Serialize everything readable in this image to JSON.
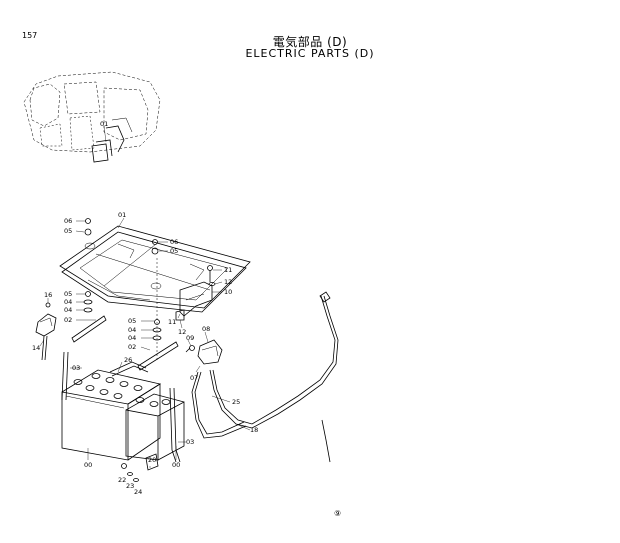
{
  "page_number": "157",
  "title_jp": "電気部品 (D)",
  "title_en": "ELECTRIC PARTS (D)",
  "callouts": {
    "c01_top": "01",
    "c06_a": "06",
    "c05_a": "05",
    "c06_b": "06",
    "c05_b": "05",
    "c16": "16",
    "c05_c": "05",
    "c04_a": "04",
    "c04_b": "04",
    "c02_a": "02",
    "c14": "14",
    "c05_d": "05",
    "c04_c": "04",
    "c04_d": "04",
    "c02_b": "02",
    "c11_a": "11",
    "c12_a": "12",
    "c10": "10",
    "c11_b": "11",
    "c12_b": "12",
    "c08": "08",
    "c09": "09",
    "c07": "07",
    "c26": "26",
    "c03_a": "03",
    "c25": "25",
    "c18": "18",
    "c03_b": "03",
    "c00_a": "00",
    "c00_b": "00",
    "c20": "20",
    "c22": "22",
    "c23": "23",
    "c24": "24",
    "c01_inset": "01"
  },
  "footer_mark": "⑨"
}
